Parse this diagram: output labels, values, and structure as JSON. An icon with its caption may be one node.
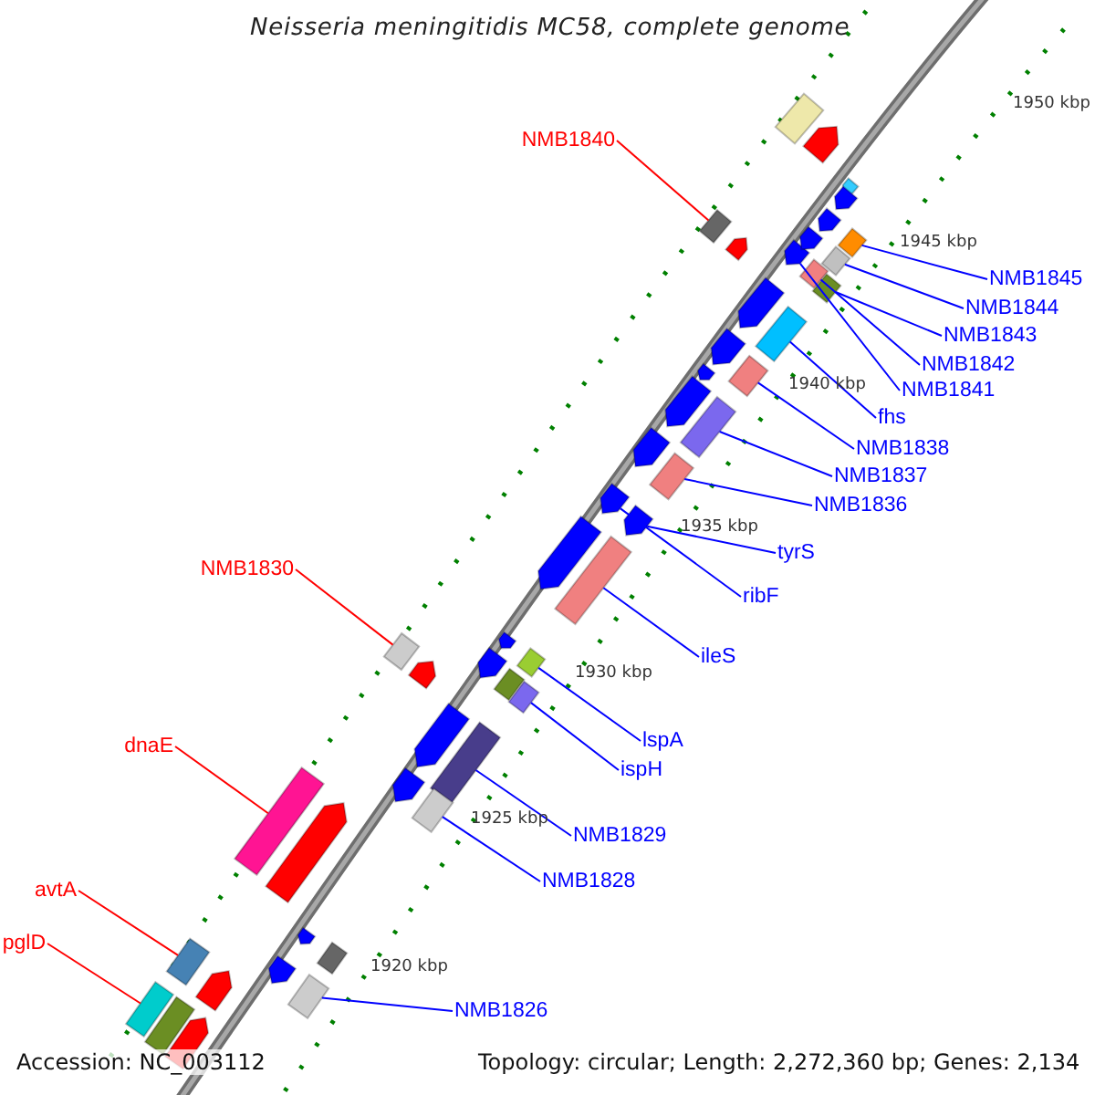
{
  "diagram": {
    "title": "Neisseria meningitidis MC58, complete genome",
    "nodes": [
      {
        "text": [
          "NMB1840"
        ]
      },
      {
        "text": [],
        "shape": "box"
      },
      {
        "text": [
          "NMB1845"
        ]
      },
      {
        "text": [],
        "shape": "box"
      },
      {
        "text": [
          "NMB1844"
        ]
      },
      {
        "text": [],
        "shape": "box"
      },
      {
        "text": [
          "NMB1843"
        ]
      },
      {
        "text": [],
        "shape": "box"
      },
      {
        "text": [
          "NMB1842"
        ]
      },
      {
        "text": [],
        "shape": "box"
      },
      {
        "text": [
          "NMB1841"
        ]
      },
      {
        "text": [],
        "shape": "pentagon"
      },
      {
        "text": [
          "fhs"
        ]
      },
      {
        "text": [],
        "shape": "box"
      },
      {
        "text": [
          "NMB1838"
        ]
      },
      {
        "text": [],
        "shape": "box"
      },
      {
        "text": [
          "NMB1837"
        ]
      },
      {
        "text": [],
        "shape": "box"
      },
      {
        "text": [
          "NMB1836"
        ]
      },
      {
        "text": [],
        "shape": "box"
      },
      {
        "text": [
          "tyrS"
        ]
      },
      {
        "text": [],
        "shape": "pentagon"
      },
      {
        "text": [
          "ribF"
        ]
      },
      {
        "text": [],
        "shape": "pentagon"
      },
      {
        "text": [
          "NMB1830"
        ]
      },
      {
        "text": [],
        "shape": "box"
      },
      {
        "text": [
          "ileS"
        ]
      },
      {
        "text": [],
        "shape": "box"
      },
      {
        "text": [
          "lspA"
        ]
      },
      {
        "text": [],
        "shape": "box"
      },
      {
        "text": [
          "ispH"
        ]
      },
      {
        "text": [],
        "shape": "box"
      },
      {
        "text": [
          "dnaE"
        ]
      },
      {
        "text": [],
        "shape": "box"
      },
      {
        "text": [
          "NMB1829"
        ]
      },
      {
        "text": [],
        "shape": "box"
      },
      {
        "text": [
          "NMB1828"
        ]
      },
      {
        "text": [],
        "shape": "box"
      },
      {
        "text": [
          "avtA"
        ]
      },
      {
        "text": [],
        "shape": "box"
      },
      {
        "text": [
          "pglD"
        ]
      },
      {
        "text": [],
        "shape": "box"
      },
      {
        "text": [
          "NMB1826"
        ]
      },
      {
        "text": [],
        "shape": "box"
      },
      {
        "text": [],
        "shape": "box"
      },
      {
        "text": [],
        "shape": "pentagon"
      },
      {
        "text": [],
        "shape": "pentagon"
      },
      {
        "text": [],
        "shape": "pentagon"
      },
      {
        "text": [],
        "shape": "pentagon"
      },
      {
        "text": [],
        "shape": "pentagon"
      },
      {
        "text": [],
        "shape": "pentagon"
      },
      {
        "text": [],
        "shape": "pentagon"
      },
      {
        "text": [],
        "shape": "pentagon"
      },
      {
        "text": [],
        "shape": "pentagon"
      },
      {
        "text": [],
        "shape": "pentagon"
      },
      {
        "text": [],
        "shape": "pentagon"
      },
      {
        "text": [],
        "shape": "pentagon"
      },
      {
        "text": [],
        "shape": "pentagon"
      },
      {
        "text": [],
        "shape": "pentagon"
      },
      {
        "text": [],
        "shape": "pentagon"
      },
      {
        "text": [],
        "shape": "box"
      },
      {
        "text": [],
        "shape": "pentagon"
      },
      {
        "text": [],
        "shape": "pentagon"
      },
      {
        "text": [],
        "shape": "pentagon"
      },
      {
        "text": [],
        "shape": "pentagon"
      },
      {
        "text": [],
        "shape": "box"
      },
      {
        "text": [],
        "shape": "pentagon"
      },
      {
        "text": [],
        "shape": "pentagon"
      },
      {
        "text": [],
        "shape": "box"
      },
      {
        "text": [],
        "shape": "pentagon"
      }
    ],
    "edges": [
      {
        "from": 0,
        "to": 1,
        "arrow": "none",
        "color": "#ff0000"
      },
      {
        "from": 2,
        "to": 3,
        "arrow": "none"
      },
      {
        "from": 4,
        "to": 5,
        "arrow": "none"
      },
      {
        "from": 6,
        "to": 7,
        "arrow": "none"
      },
      {
        "from": 8,
        "to": 9,
        "arrow": "none"
      },
      {
        "from": 10,
        "to": 11,
        "arrow": "none"
      },
      {
        "from": 12,
        "to": 13,
        "arrow": "none"
      },
      {
        "from": 14,
        "to": 15,
        "arrow": "none"
      },
      {
        "from": 16,
        "to": 17,
        "arrow": "none"
      },
      {
        "from": 18,
        "to": 19,
        "arrow": "none"
      },
      {
        "from": 20,
        "to": 21,
        "arrow": "none"
      },
      {
        "from": 22,
        "to": 23,
        "arrow": "none"
      },
      {
        "from": 24,
        "to": 25,
        "arrow": "none",
        "color": "#ff0000"
      },
      {
        "from": 26,
        "to": 27,
        "arrow": "none"
      },
      {
        "from": 28,
        "to": 29,
        "arrow": "none"
      },
      {
        "from": 30,
        "to": 31,
        "arrow": "none"
      },
      {
        "from": 32,
        "to": 33,
        "arrow": "none",
        "color": "#ff0000"
      },
      {
        "from": 34,
        "to": 35,
        "arrow": "none"
      },
      {
        "from": 36,
        "to": 37,
        "arrow": "none"
      },
      {
        "from": 38,
        "to": 39,
        "arrow": "none",
        "color": "#ff0000"
      },
      {
        "from": 40,
        "to": 41,
        "arrow": "none",
        "color": "#ff0000"
      },
      {
        "from": 42,
        "to": 43,
        "arrow": "none"
      }
    ],
    "labels": [
      "1950 kbp",
      "1945 kbp",
      "1940 kbp",
      "1935 kbp",
      "1930 kbp",
      "1925 kbp",
      "1920 kbp",
      "Accession: NC_003112",
      "Topology: circular; Length: 2,272,360 bp; Genes: 2,134"
    ]
  }
}
